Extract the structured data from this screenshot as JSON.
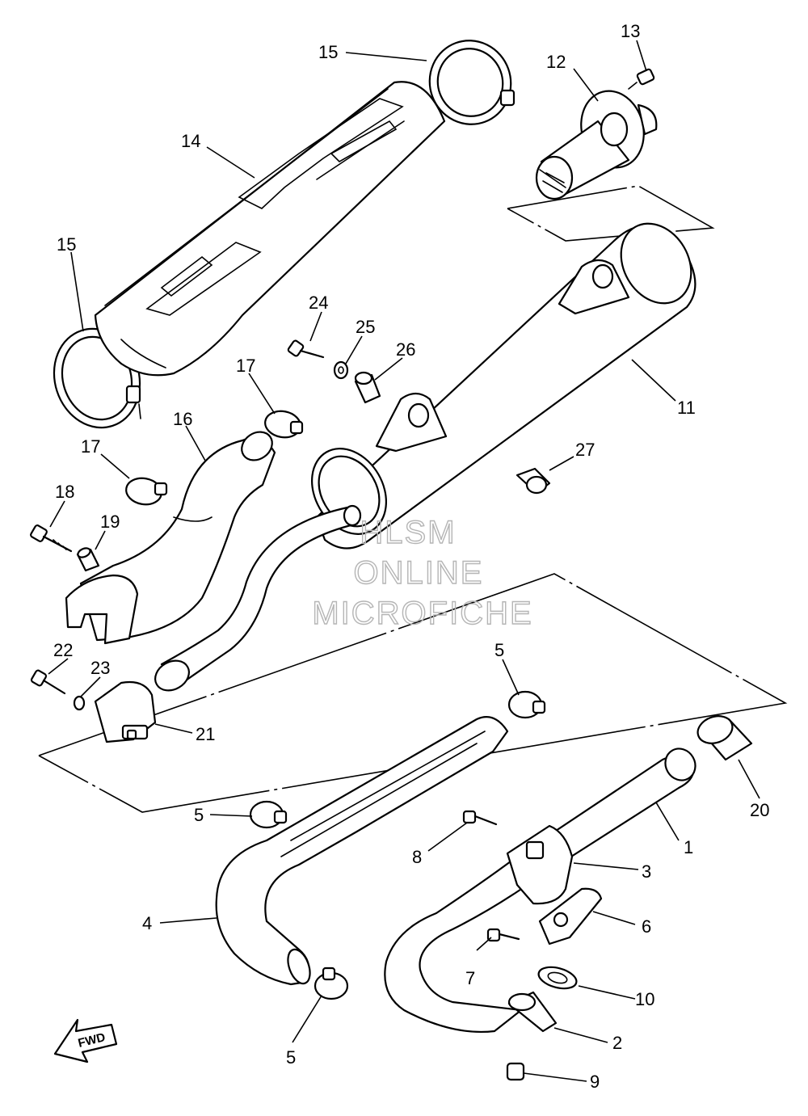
{
  "watermark": {
    "line1": "HLSM",
    "line2": "ONLINE",
    "line3": "MICROFICHE"
  },
  "fwd_label": "FWD",
  "callouts": {
    "c1": "1",
    "c2": "2",
    "c3": "3",
    "c4": "4",
    "c5a": "5",
    "c5b": "5",
    "c5c": "5",
    "c6": "6",
    "c7": "7",
    "c8": "8",
    "c9": "9",
    "c10": "10",
    "c11": "11",
    "c12": "12",
    "c13": "13",
    "c14": "14",
    "c15a": "15",
    "c15b": "15",
    "c16": "16",
    "c17a": "17",
    "c17b": "17",
    "c18": "18",
    "c19": "19",
    "c20": "20",
    "c21": "21",
    "c22": "22",
    "c23": "23",
    "c24": "24",
    "c25": "25",
    "c26": "26",
    "c27": "27"
  }
}
